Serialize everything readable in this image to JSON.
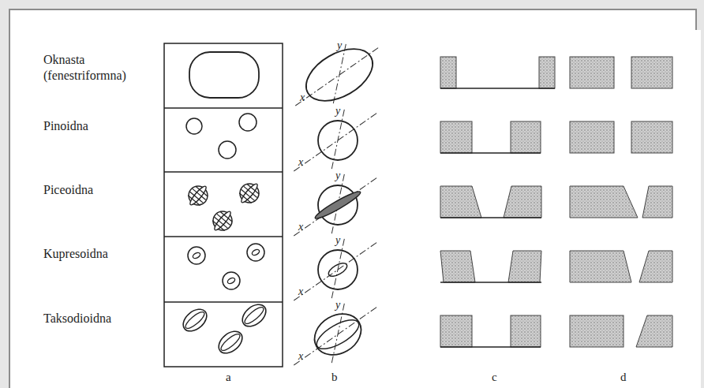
{
  "diagram": {
    "labels": [
      "Oknasta (fenestriformna)",
      "Pinoidna",
      "Piceoidna",
      "Kupresoidna",
      "Taksodioidna",
      "x",
      "y",
      "x",
      "y",
      "x",
      "y",
      "x",
      "y",
      "x",
      "y",
      "a",
      "b",
      "c",
      "d"
    ]
  }
}
